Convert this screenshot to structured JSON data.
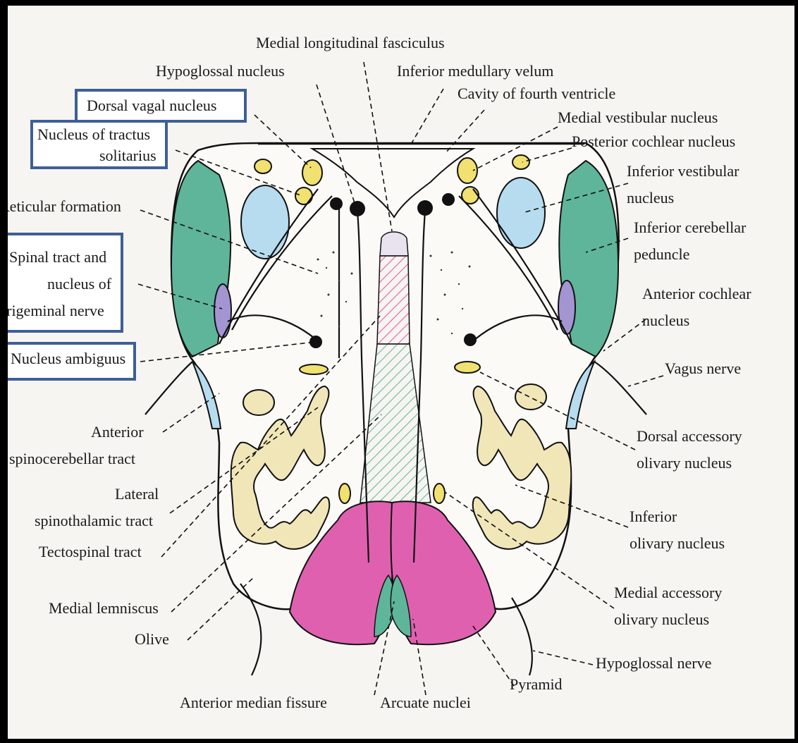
{
  "colors": {
    "box_border": "#3e5f96",
    "pyramid": "#e060b0",
    "cerebellar": "#5fb59a",
    "vestibular": "#b7dcef",
    "nucleus_yellow": "#f0e170",
    "olive": "#f0e6b8",
    "trigeminal": "#a394d2"
  },
  "labels": {
    "mlf": "Medial longitudinal fasciculus",
    "hypoglossal_nucleus": "Hypoglossal nucleus",
    "inferior_medullary_velum": "Inferior medullary velum",
    "cavity_fourth_ventricle": "Cavity of fourth ventricle",
    "dorsal_vagal_nucleus": "Dorsal vagal nucleus",
    "medial_vestibular_nucleus": "Medial vestibular nucleus",
    "nucleus_tractus_solitarius_1": "Nucleus of tractus",
    "nucleus_tractus_solitarius_2": "solitarius",
    "posterior_cochlear_nucleus": "Posterior cochlear nucleus",
    "inferior_vestibular_nucleus_1": "Inferior vestibular",
    "inferior_vestibular_nucleus_2": "nucleus",
    "reticular_formation": "Reticular formation",
    "inferior_cerebellar_peduncle_1": "Inferior cerebellar",
    "inferior_cerebellar_peduncle_2": "peduncle",
    "spinal_tract_1": "Spinal tract and",
    "spinal_tract_2": "nucleus of",
    "spinal_tract_3": "trigeminal  nerve",
    "anterior_cochlear_nucleus_1": "Anterior cochlear",
    "anterior_cochlear_nucleus_2": "nucleus",
    "nucleus_ambiguus": "Nucleus ambiguus",
    "vagus_nerve": "Vagus nerve",
    "anterior_spinocerebellar_1": "Anterior",
    "anterior_spinocerebellar_2": "spinocerebellar tract",
    "dorsal_accessory_olivary_1": "Dorsal accessory",
    "dorsal_accessory_olivary_2": "olivary nucleus",
    "lateral_spinothalamic_1": "Lateral",
    "lateral_spinothalamic_2": "spinothalamic tract",
    "inferior_olivary_1": "Inferior",
    "inferior_olivary_2": "olivary nucleus",
    "tectospinal_tract": "Tectospinal tract",
    "medial_accessory_olivary_1": "Medial accessory",
    "medial_accessory_olivary_2": "olivary nucleus",
    "medial_lemniscus": "Medial lemniscus",
    "olive": "Olive",
    "hypoglossal_nerve": "Hypoglossal nerve",
    "pyramid": "Pyramid",
    "anterior_median_fissure": "Anterior median fissure",
    "arcuate_nuclei": "Arcuate nuclei"
  }
}
